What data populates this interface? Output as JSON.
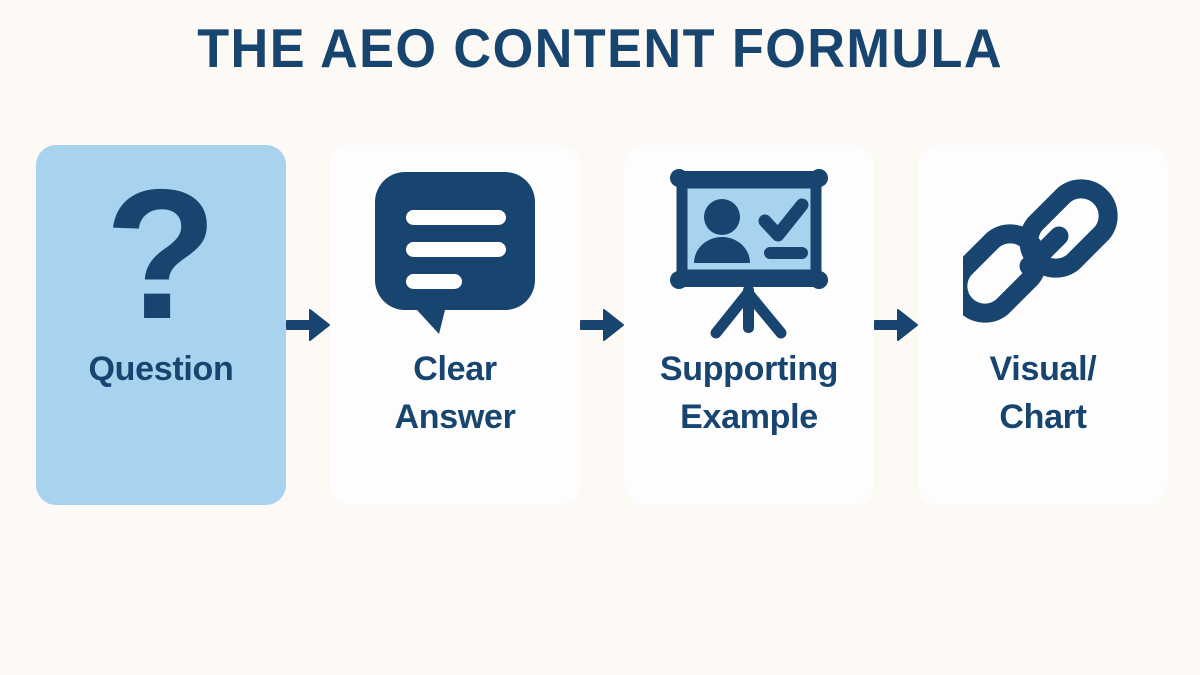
{
  "header": {
    "title": "THE AEO CONTENT FORMULA"
  },
  "colors": {
    "background": "#fdf9f5",
    "navy": "#17456f",
    "light_blue": "#a8d3ef",
    "card_white": "#fdfdfd"
  },
  "flow": {
    "steps": [
      {
        "label": "Question",
        "label_line1": "Question",
        "label_line2": "",
        "icon": "question-mark-icon",
        "highlighted": true
      },
      {
        "label": "Clear Answer",
        "label_line1": "Clear",
        "label_line2": "Answer",
        "icon": "speech-bubble-icon",
        "highlighted": false
      },
      {
        "label": "Supporting Example",
        "label_line1": "Supporting",
        "label_line2": "Example",
        "icon": "presentation-board-icon",
        "highlighted": false
      },
      {
        "label": "Visual/ Chart",
        "label_line1": "Visual/",
        "label_line2": "Chart",
        "icon": "chain-link-icon",
        "highlighted": false
      }
    ],
    "arrows": [
      {
        "icon": "arrow-right-icon"
      },
      {
        "icon": "arrow-right-icon"
      },
      {
        "icon": "arrow-right-icon"
      }
    ]
  }
}
